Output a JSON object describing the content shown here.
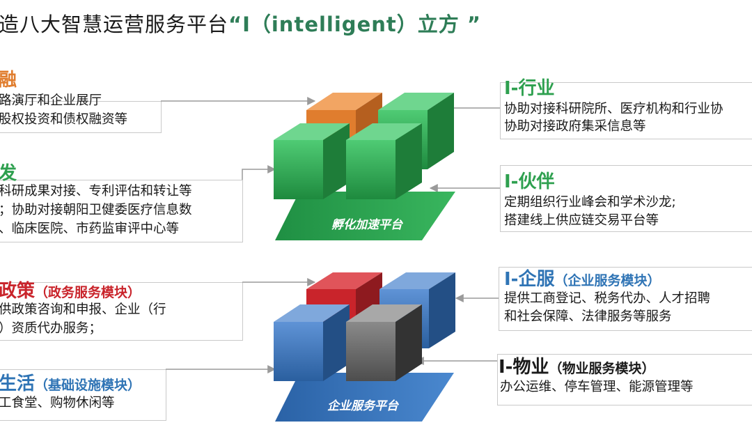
{
  "title": {
    "prefix": "造八大智慧运营服务平台",
    "highlight": "“I（intelligent）立方 ”"
  },
  "colors": {
    "orange": "#e07d2e",
    "green": "#2ea04f",
    "red": "#c9242b",
    "blue": "#2f74b5",
    "teal": "#2e7d57",
    "dark": "#1a1a1a"
  },
  "platforms": {
    "top": "孵化加速平台",
    "bottom": "企业服务平台"
  },
  "left": [
    {
      "title": "融",
      "sub": "",
      "lines": [
        "路演厅和企业展厅",
        "股权投资和债权融资等"
      ]
    },
    {
      "title": "发",
      "sub": "",
      "lines": [
        "科研成果对接、专利评估和转让等",
        "；协助对接朝阳卫健委医疗信息数",
        "、临床医院、市药监审评中心等"
      ]
    },
    {
      "title": "政策",
      "sub": "（政务服务模块）",
      "lines": [
        "供政策咨询和申报、企业（行",
        "）资质代办服务；"
      ]
    },
    {
      "title": "生活",
      "sub": "（基础设施模块）",
      "lines": [
        "工食堂、购物休闲等"
      ]
    }
  ],
  "right": [
    {
      "title": "I-行业",
      "sub": "",
      "lines": [
        "协助对接科研院所、医疗机构和行业协",
        "协助对接政府集采信息等"
      ]
    },
    {
      "title": "I-伙伴",
      "sub": "",
      "lines": [
        "定期组织行业峰会和学术沙龙;",
        "搭建线上供应链交易平台等"
      ]
    },
    {
      "title": "I-企服",
      "sub": "（企业服务模块）",
      "lines": [
        "提供工商登记、税务代办、人才招聘",
        "和社会保障、法律服务等服务"
      ]
    },
    {
      "title": "I-物业",
      "sub": "（物业服务模块）",
      "lines": [
        "办公运维、停车管理、能源管理等"
      ]
    }
  ]
}
